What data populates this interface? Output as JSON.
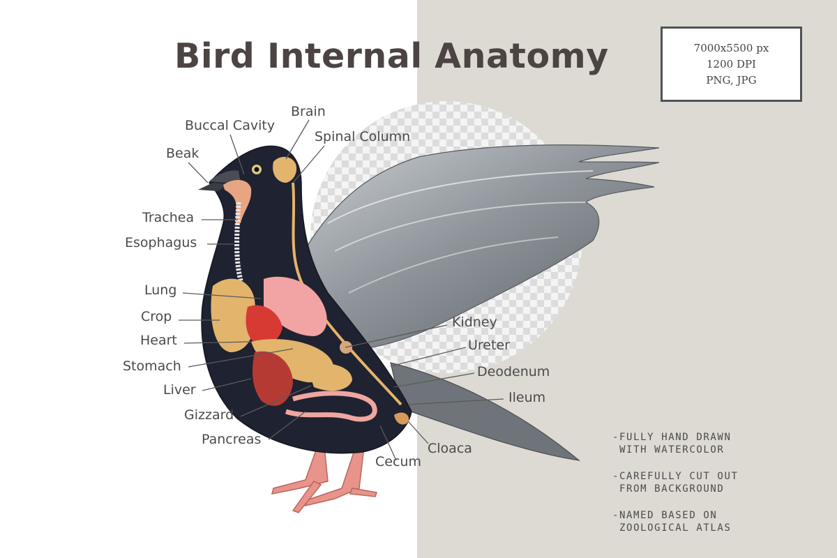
{
  "title": "Bird Internal Anatomy",
  "specs": [
    "7000x5500 px",
    "1200 DPI",
    "PNG, JPG"
  ],
  "labels": {
    "brain": "Brain",
    "buccal_cavity": "Buccal Cavity",
    "spinal_column": "Spinal Column",
    "beak": "Beak",
    "trachea": "Trachea",
    "esophagus": "Esophagus",
    "lung": "Lung",
    "crop": "Crop",
    "heart": "Heart",
    "stomach": "Stomach",
    "liver": "Liver",
    "gizzard": "Gizzard",
    "pancreas": "Pancreas",
    "kidney": "Kidney",
    "ureter": "Ureter",
    "deodenum": "Deodenum",
    "ileum": "Ileum",
    "cloaca": "Cloaca",
    "cecum": "Cecum"
  },
  "notes": [
    [
      "-FULLY HAND DRAWN",
      " WITH WATERCOLOR"
    ],
    [
      "-CAREFULLY CUT OUT",
      " FROM BACKGROUND"
    ],
    [
      "-NAMED BASED ON",
      " ZOOLOGICAL ATLAS"
    ]
  ],
  "colors": {
    "right_background": "#dddad3",
    "title_text": "#4c4442",
    "spec_border": "#4f5356",
    "bird_body": "#1f2230",
    "wing": "#8d9399"
  }
}
